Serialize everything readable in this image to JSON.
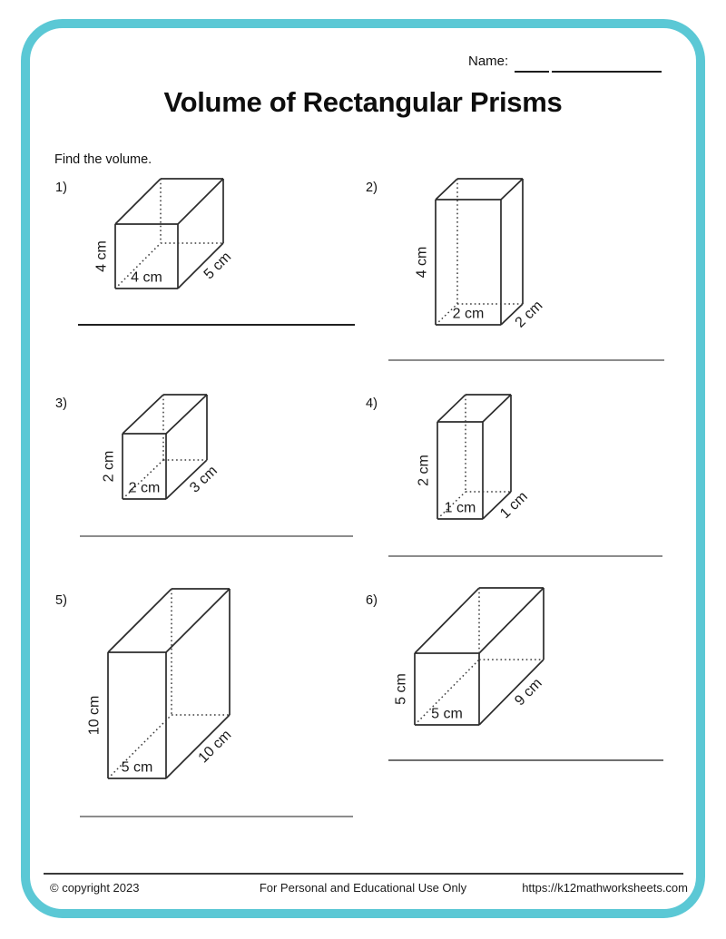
{
  "page": {
    "name_label": "Name:",
    "title": "Volume of Rectangular Prisms",
    "instruction": "Find the volume.",
    "accent_color": "#5BC8D5"
  },
  "problems": [
    {
      "number": "1)",
      "height_label": "4 cm",
      "width_label": "4 cm",
      "depth_label": "5 cm"
    },
    {
      "number": "2)",
      "height_label": "4 cm",
      "width_label": "2 cm",
      "depth_label": "2 cm"
    },
    {
      "number": "3)",
      "height_label": "2 cm",
      "width_label": "2 cm",
      "depth_label": "3 cm"
    },
    {
      "number": "4)",
      "height_label": "2 cm",
      "width_label": "1 cm",
      "depth_label": "1 cm"
    },
    {
      "number": "5)",
      "height_label": "10 cm",
      "width_label": "5 cm",
      "depth_label": "10 cm"
    },
    {
      "number": "6)",
      "height_label": "5 cm",
      "width_label": "5 cm",
      "depth_label": "9 cm"
    }
  ],
  "footer": {
    "copyright": "© copyright 2023",
    "usage": "For Personal and Educational Use Only",
    "url": "https://k12mathworksheets.com"
  }
}
